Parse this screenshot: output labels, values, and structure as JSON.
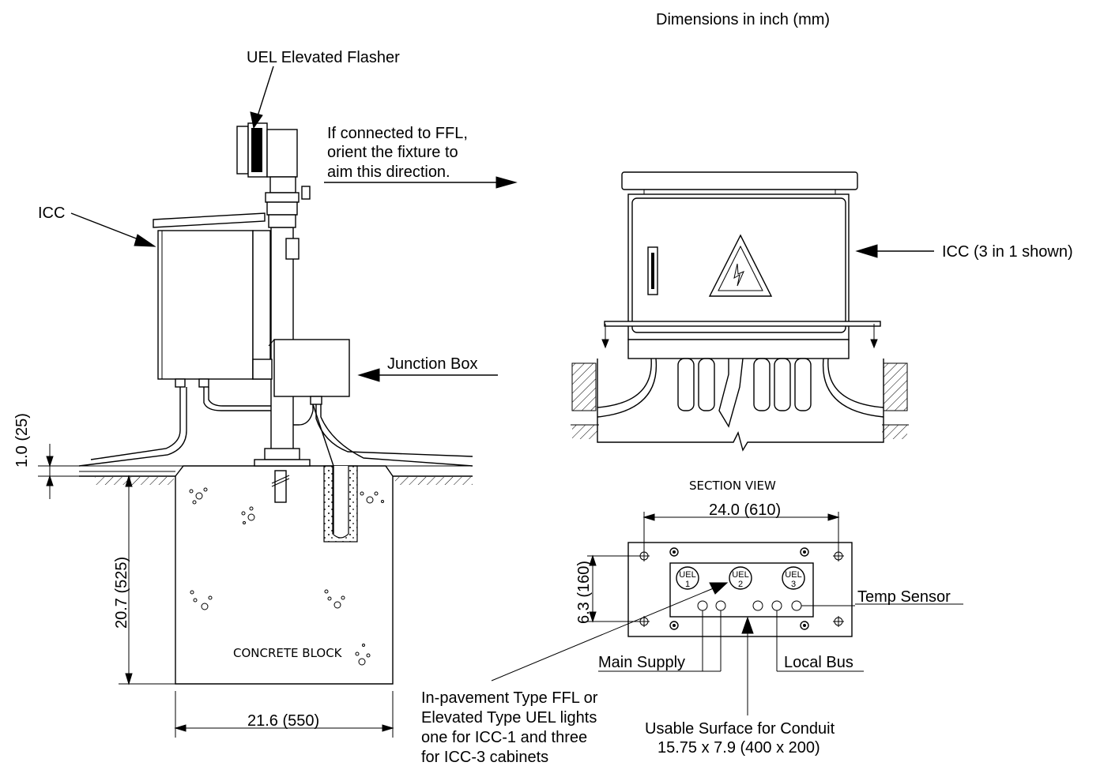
{
  "header": {
    "dimensions_note": "Dimensions in inch (mm)"
  },
  "side_view": {
    "flasher_label": "UEL Elevated Flasher",
    "orient_note_line1": "If connected to FFL,",
    "orient_note_line2": "orient the fixture to",
    "orient_note_line3": "aim this direction.",
    "icc_label": "ICC",
    "junction_box_label": "Junction Box",
    "concrete_label": "CONCRETE BLOCK",
    "height_small": "1.0 (25)",
    "height_block": "20.7 (525)",
    "width_block": "21.6 (550)"
  },
  "front_view": {
    "icc_label": "ICC (3 in 1 shown)",
    "section_title": "SECTION VIEW"
  },
  "plan_view": {
    "width_dim": "24.0 (610)",
    "height_dim": "6.3 (160)",
    "uel_1_top": "UEL",
    "uel_1_num": "1",
    "uel_2_top": "UEL",
    "uel_2_num": "2",
    "uel_3_top": "UEL",
    "uel_3_num": "3",
    "temp_sensor": "Temp Sensor",
    "main_supply": "Main Supply",
    "local_bus": "Local Bus",
    "lights_note_line1": "In-pavement Type FFL or",
    "lights_note_line2": "Elevated Type UEL lights",
    "lights_note_line3": "one for ICC-1 and three",
    "lights_note_line4": "for ICC-3 cabinets",
    "conduit_line1": "Usable Surface for Conduit",
    "conduit_line2": "15.75 x 7.9 (400 x 200)"
  }
}
